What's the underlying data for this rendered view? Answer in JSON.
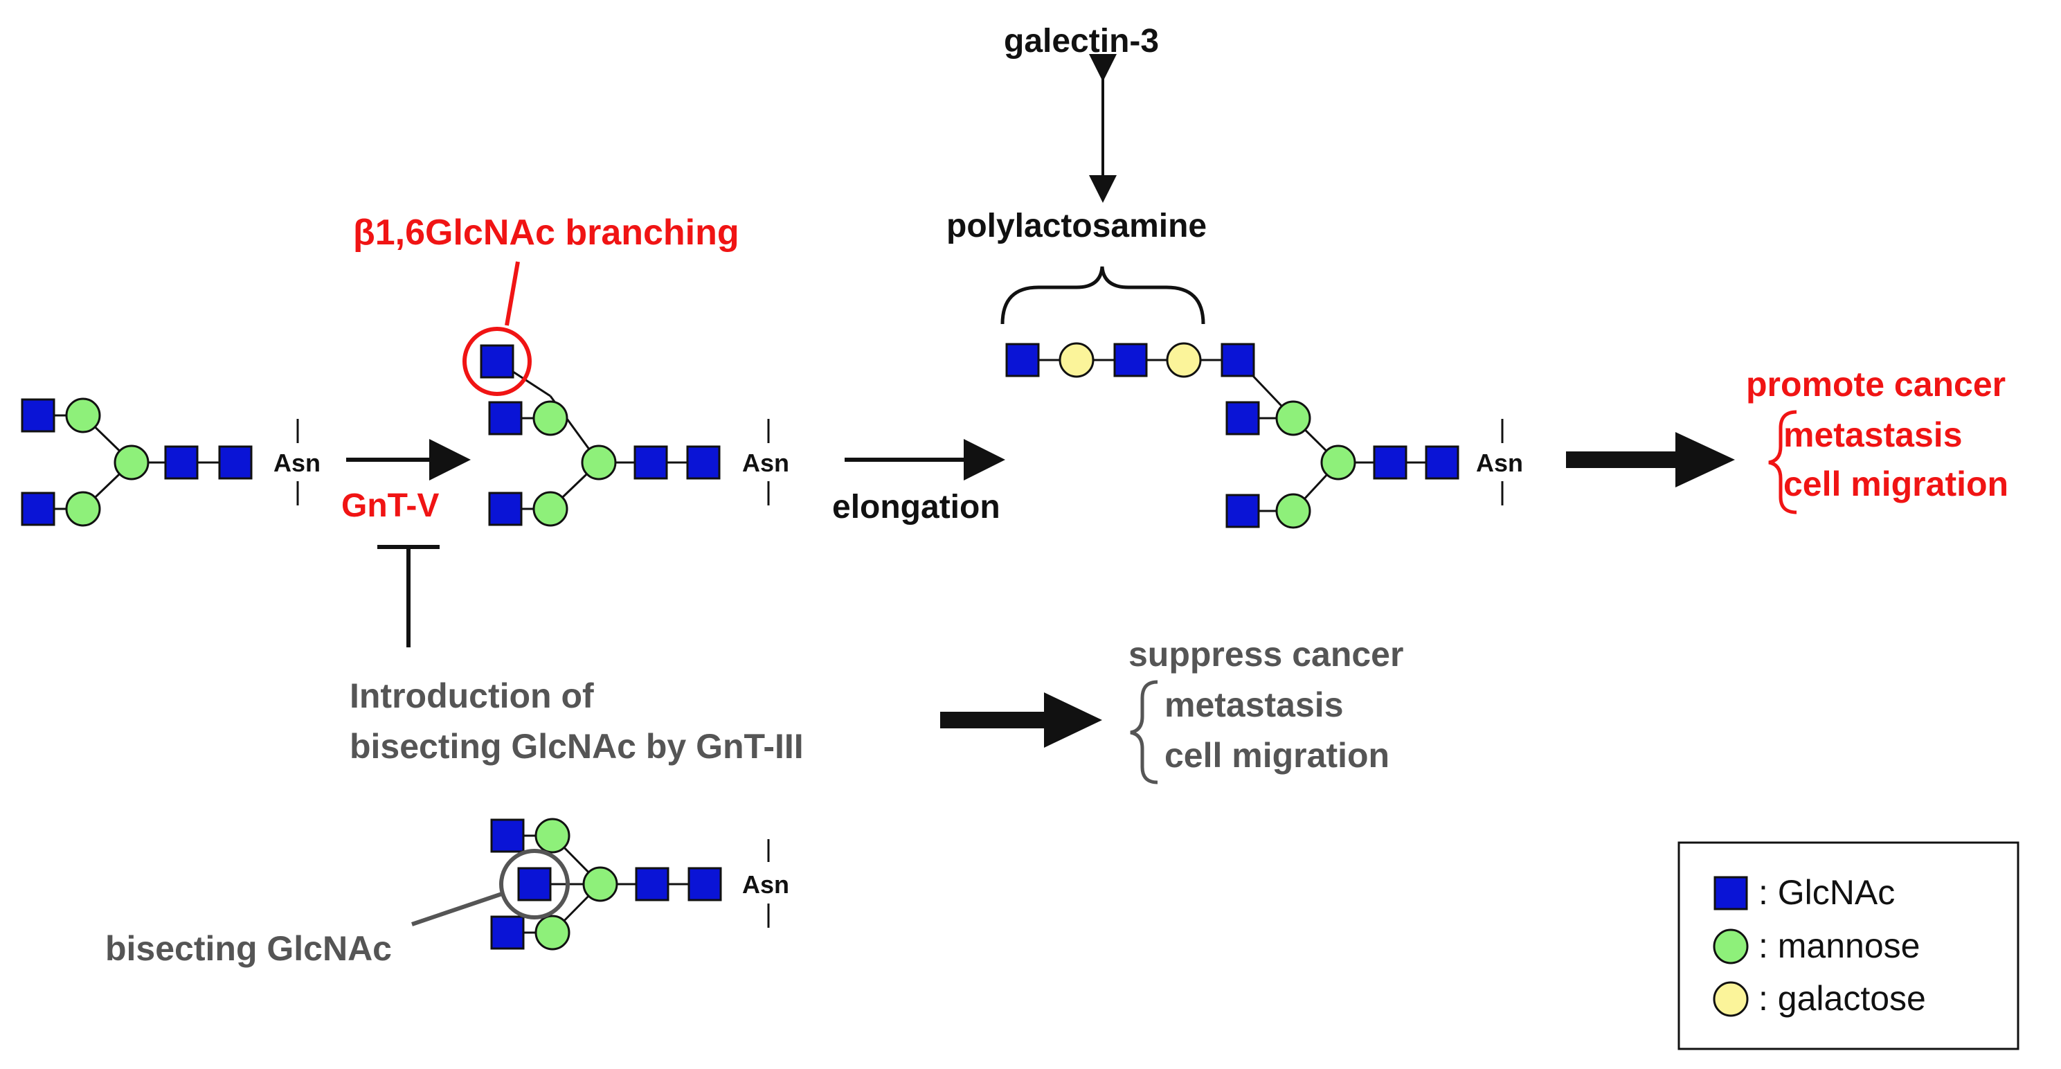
{
  "labels": {
    "galectin": "galectin-3",
    "polylactosamine": "polylactosamine",
    "branching": "β1,6GlcNAc branching",
    "gntv": "GnT-V",
    "elongation": "elongation",
    "asn": "Asn",
    "intro_line1": "Introduction of",
    "intro_line2": "bisecting GlcNAc by GnT-III",
    "bisecting": "bisecting GlcNAc"
  },
  "outcomes": {
    "promote": {
      "title": "promote cancer",
      "items": [
        "metastasis",
        "cell migration"
      ]
    },
    "suppress": {
      "title": "suppress cancer",
      "items": [
        "metastasis",
        "cell migration"
      ]
    }
  },
  "legend": [
    {
      "shape": "square",
      "label": ": GlcNAc"
    },
    {
      "shape": "circle",
      "label": ": mannose"
    },
    {
      "shape": "circle",
      "label": ": galactose"
    }
  ],
  "colors": {
    "glcnac": "#0a14d6",
    "mannose": "#8ef07a",
    "galactose": "#fbf49a",
    "highlight": "#f01414",
    "muted": "#555555",
    "text": "#111111"
  }
}
